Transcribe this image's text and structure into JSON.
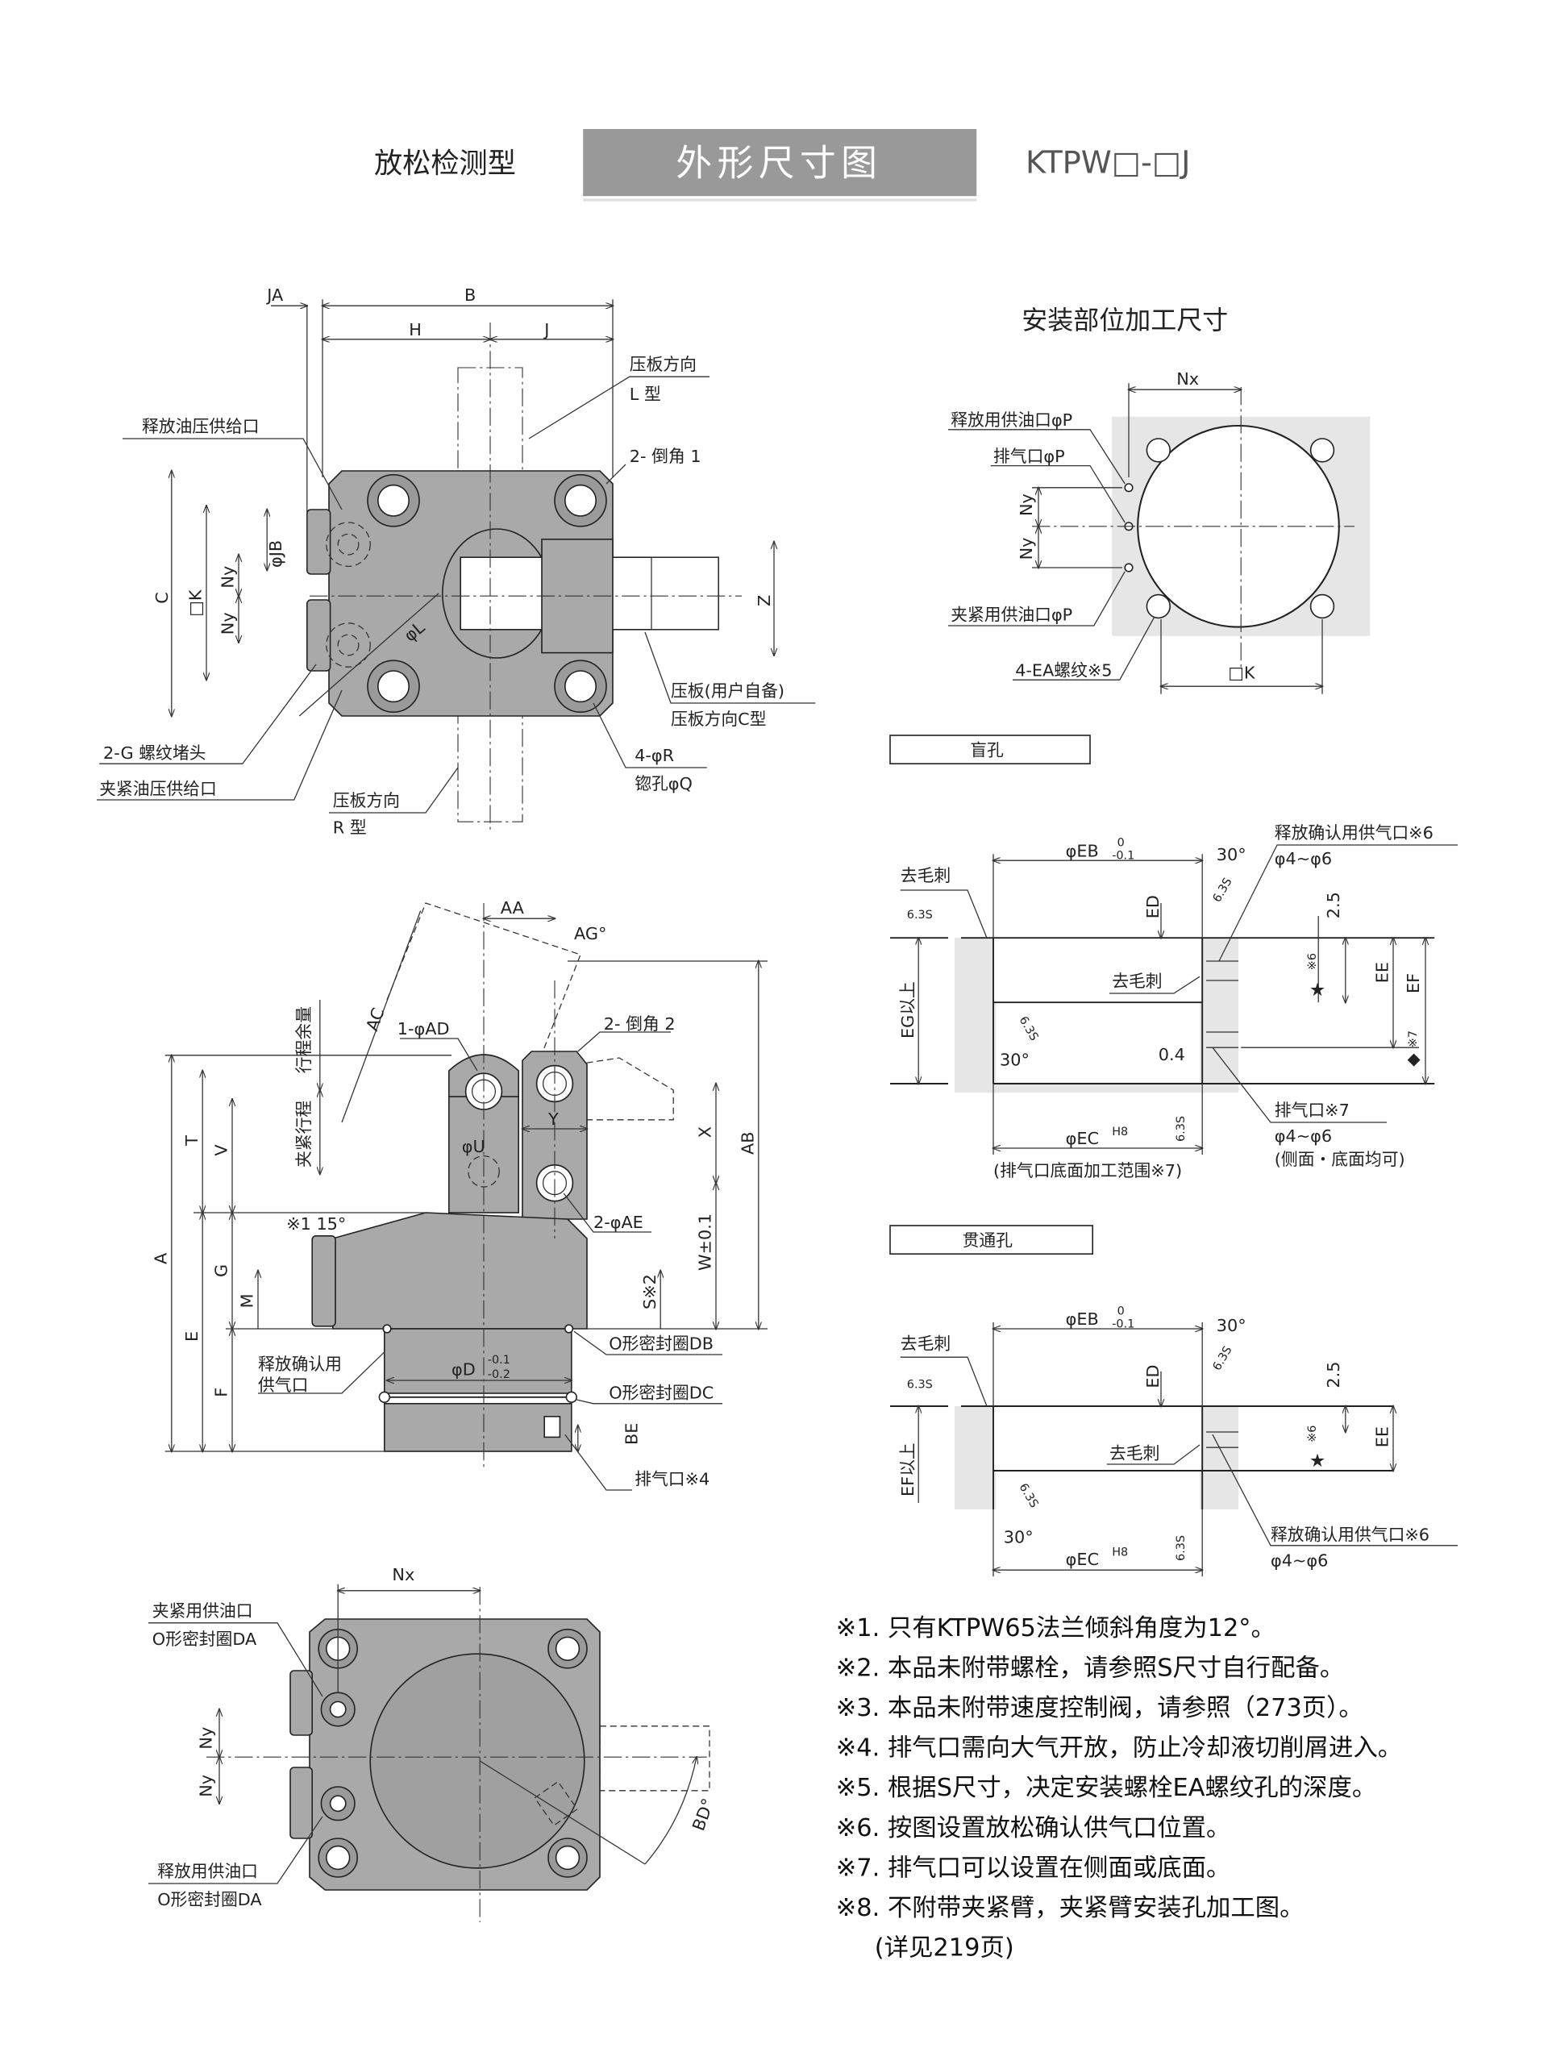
{
  "header": {
    "left": "放松检测型",
    "center": "外形尺寸图",
    "right": "KTPW□-□J"
  },
  "colors": {
    "part": "#a9a9a9",
    "banner": "#999999",
    "mount_bg": "#e6e6e6"
  },
  "top_view": {
    "JA": "JA",
    "B": "B",
    "H": "H",
    "J": "J",
    "plate_dir_L_1": "压板方向",
    "plate_dir_L_2": "L 型",
    "release_port": "释放油压供给口",
    "chamfer1": "2- 倒角 1",
    "JB": "φJB",
    "K": "□K",
    "C": "C",
    "Ny1": "Ny",
    "Ny2": "Ny",
    "L": "φL",
    "Z": "Z",
    "plate_user": "压板(用户自备)",
    "plate_dir_C": "压板方向C型",
    "plug": "2-G 螺纹堵头",
    "R": "4-φR",
    "Q": "锪孔φQ",
    "clamp_port": "夹紧油压供给口",
    "plate_dir_R_1": "压板方向",
    "plate_dir_R_2": "R 型"
  },
  "side_view": {
    "AA": "AA",
    "AG": "AG°",
    "AC": "AC",
    "AD": "1-φAD",
    "chamfer2": "2- 倒角 2",
    "stroke_margin": "行程余量",
    "clamp_stroke": "夹紧行程",
    "T": "T",
    "V": "V",
    "U": "φU",
    "Y": "Y",
    "X": "X",
    "AB": "AB",
    "A": "A",
    "angle": "※1 15°",
    "AE": "2-φAE",
    "G": "G",
    "M": "M",
    "W": "W±0.1",
    "S": "S※2",
    "E": "E",
    "F": "F",
    "confirm1": "释放确认用",
    "confirm2": "供气口",
    "D": "φD",
    "D_tol_up": "-0.1",
    "D_tol_low": "-0.2",
    "DB": "O形密封圈DB",
    "DC": "O形密封圈DC",
    "BE": "BE",
    "exhaust": "排气口※4"
  },
  "bottom_view": {
    "Nx": "Nx",
    "clamp_port": "夹紧用供油口",
    "DA1": "O形密封圈DA",
    "Ny1": "Ny",
    "Ny2": "Ny",
    "BD": "BD°",
    "release_port": "释放用供油口",
    "DA2": "O形密封圈DA"
  },
  "mount": {
    "title": "安装部位加工尺寸",
    "Nx": "Nx",
    "release_port": "释放用供油口φP",
    "exhaust": "排气口φP",
    "Ny1": "Ny",
    "Ny2": "Ny",
    "clamp_port": "夹紧用供油口φP",
    "EA": "4-EA螺纹※5",
    "K": "□K"
  },
  "blind_hole": {
    "title": "盲孔",
    "EB": "φEB",
    "EB_tol_up": "0",
    "EB_tol_low": "-0.1",
    "angle_top": "30°",
    "confirm_port": "释放确认用供气口※6",
    "confirm_dia": "φ4~φ6",
    "deburr1": "去毛刺",
    "rough1": "6.3S",
    "ED": "ED",
    "d25": "2.5",
    "EE": "EE",
    "EF": "EF",
    "star_note": "※6",
    "deburr2": "去毛刺",
    "EG": "EG以上",
    "rough2": "6.3S",
    "angle_bot": "30°",
    "r04": "0.4",
    "diamond_note": "※7",
    "exhaust": "排气口※7",
    "exhaust_dia": "φ4~φ6",
    "exhaust_note": "(侧面・底面均可)",
    "EC": "φEC",
    "EC_tol": "H8",
    "rough3": "6.3S",
    "rough4": "6.3S",
    "EC_note": "(排气口底面加工范围※7)"
  },
  "through_hole": {
    "title": "贯通孔",
    "EB": "φEB",
    "EB_tol_up": "0",
    "EB_tol_low": "-0.1",
    "angle_top": "30°",
    "deburr1": "去毛刺",
    "rough1": "6.3S",
    "ED": "ED",
    "d25": "2.5",
    "EE": "EE",
    "star_note": "※6",
    "deburr2": "去毛刺",
    "EF": "EF以上",
    "rough2": "6.3S",
    "angle_bot": "30°",
    "EC": "φEC",
    "EC_tol": "H8",
    "rough3": "6.3S",
    "rough4": "6.3S",
    "confirm_port": "释放确认用供气口※6",
    "confirm_dia": "φ4~φ6"
  },
  "notes": [
    "※1. 只有KTPW65法兰倾斜角度为12°。",
    "※2. 本品未附带螺栓，请参照S尺寸自行配备。",
    "※3. 本品未附带速度控制阀，请参照（273页）。",
    "※4. 排气口需向大气开放，防止冷却液切削屑进入。",
    "※5. 根据S尺寸，决定安装螺栓EA螺纹孔的深度。",
    "※6. 按图设置放松确认供气口位置。",
    "※7. 排气口可以设置在侧面或底面。",
    "※8. 不附带夹紧臂，夹紧臂安装孔加工图。",
    "(详见219页)"
  ]
}
